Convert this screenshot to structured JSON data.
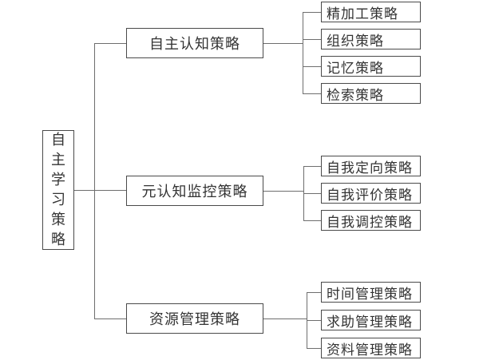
{
  "diagram": {
    "root": {
      "label": "自主学习策略"
    },
    "branches": [
      {
        "label": "自主认知策略",
        "children": [
          "精加工策略",
          "组织策略",
          "记忆策略",
          "检索策略"
        ]
      },
      {
        "label": "元认知监控策略",
        "children": [
          "自我定向策略",
          "自我评价策略",
          "自我调控策略"
        ]
      },
      {
        "label": "资源管理策略",
        "children": [
          "时间管理策略",
          "求助管理策略",
          "资料管理策略"
        ]
      }
    ],
    "colors": {
      "line": "#6e6e6e",
      "box_border": "#4a4a4a",
      "text": "#333333",
      "background": "#ffffff"
    }
  }
}
